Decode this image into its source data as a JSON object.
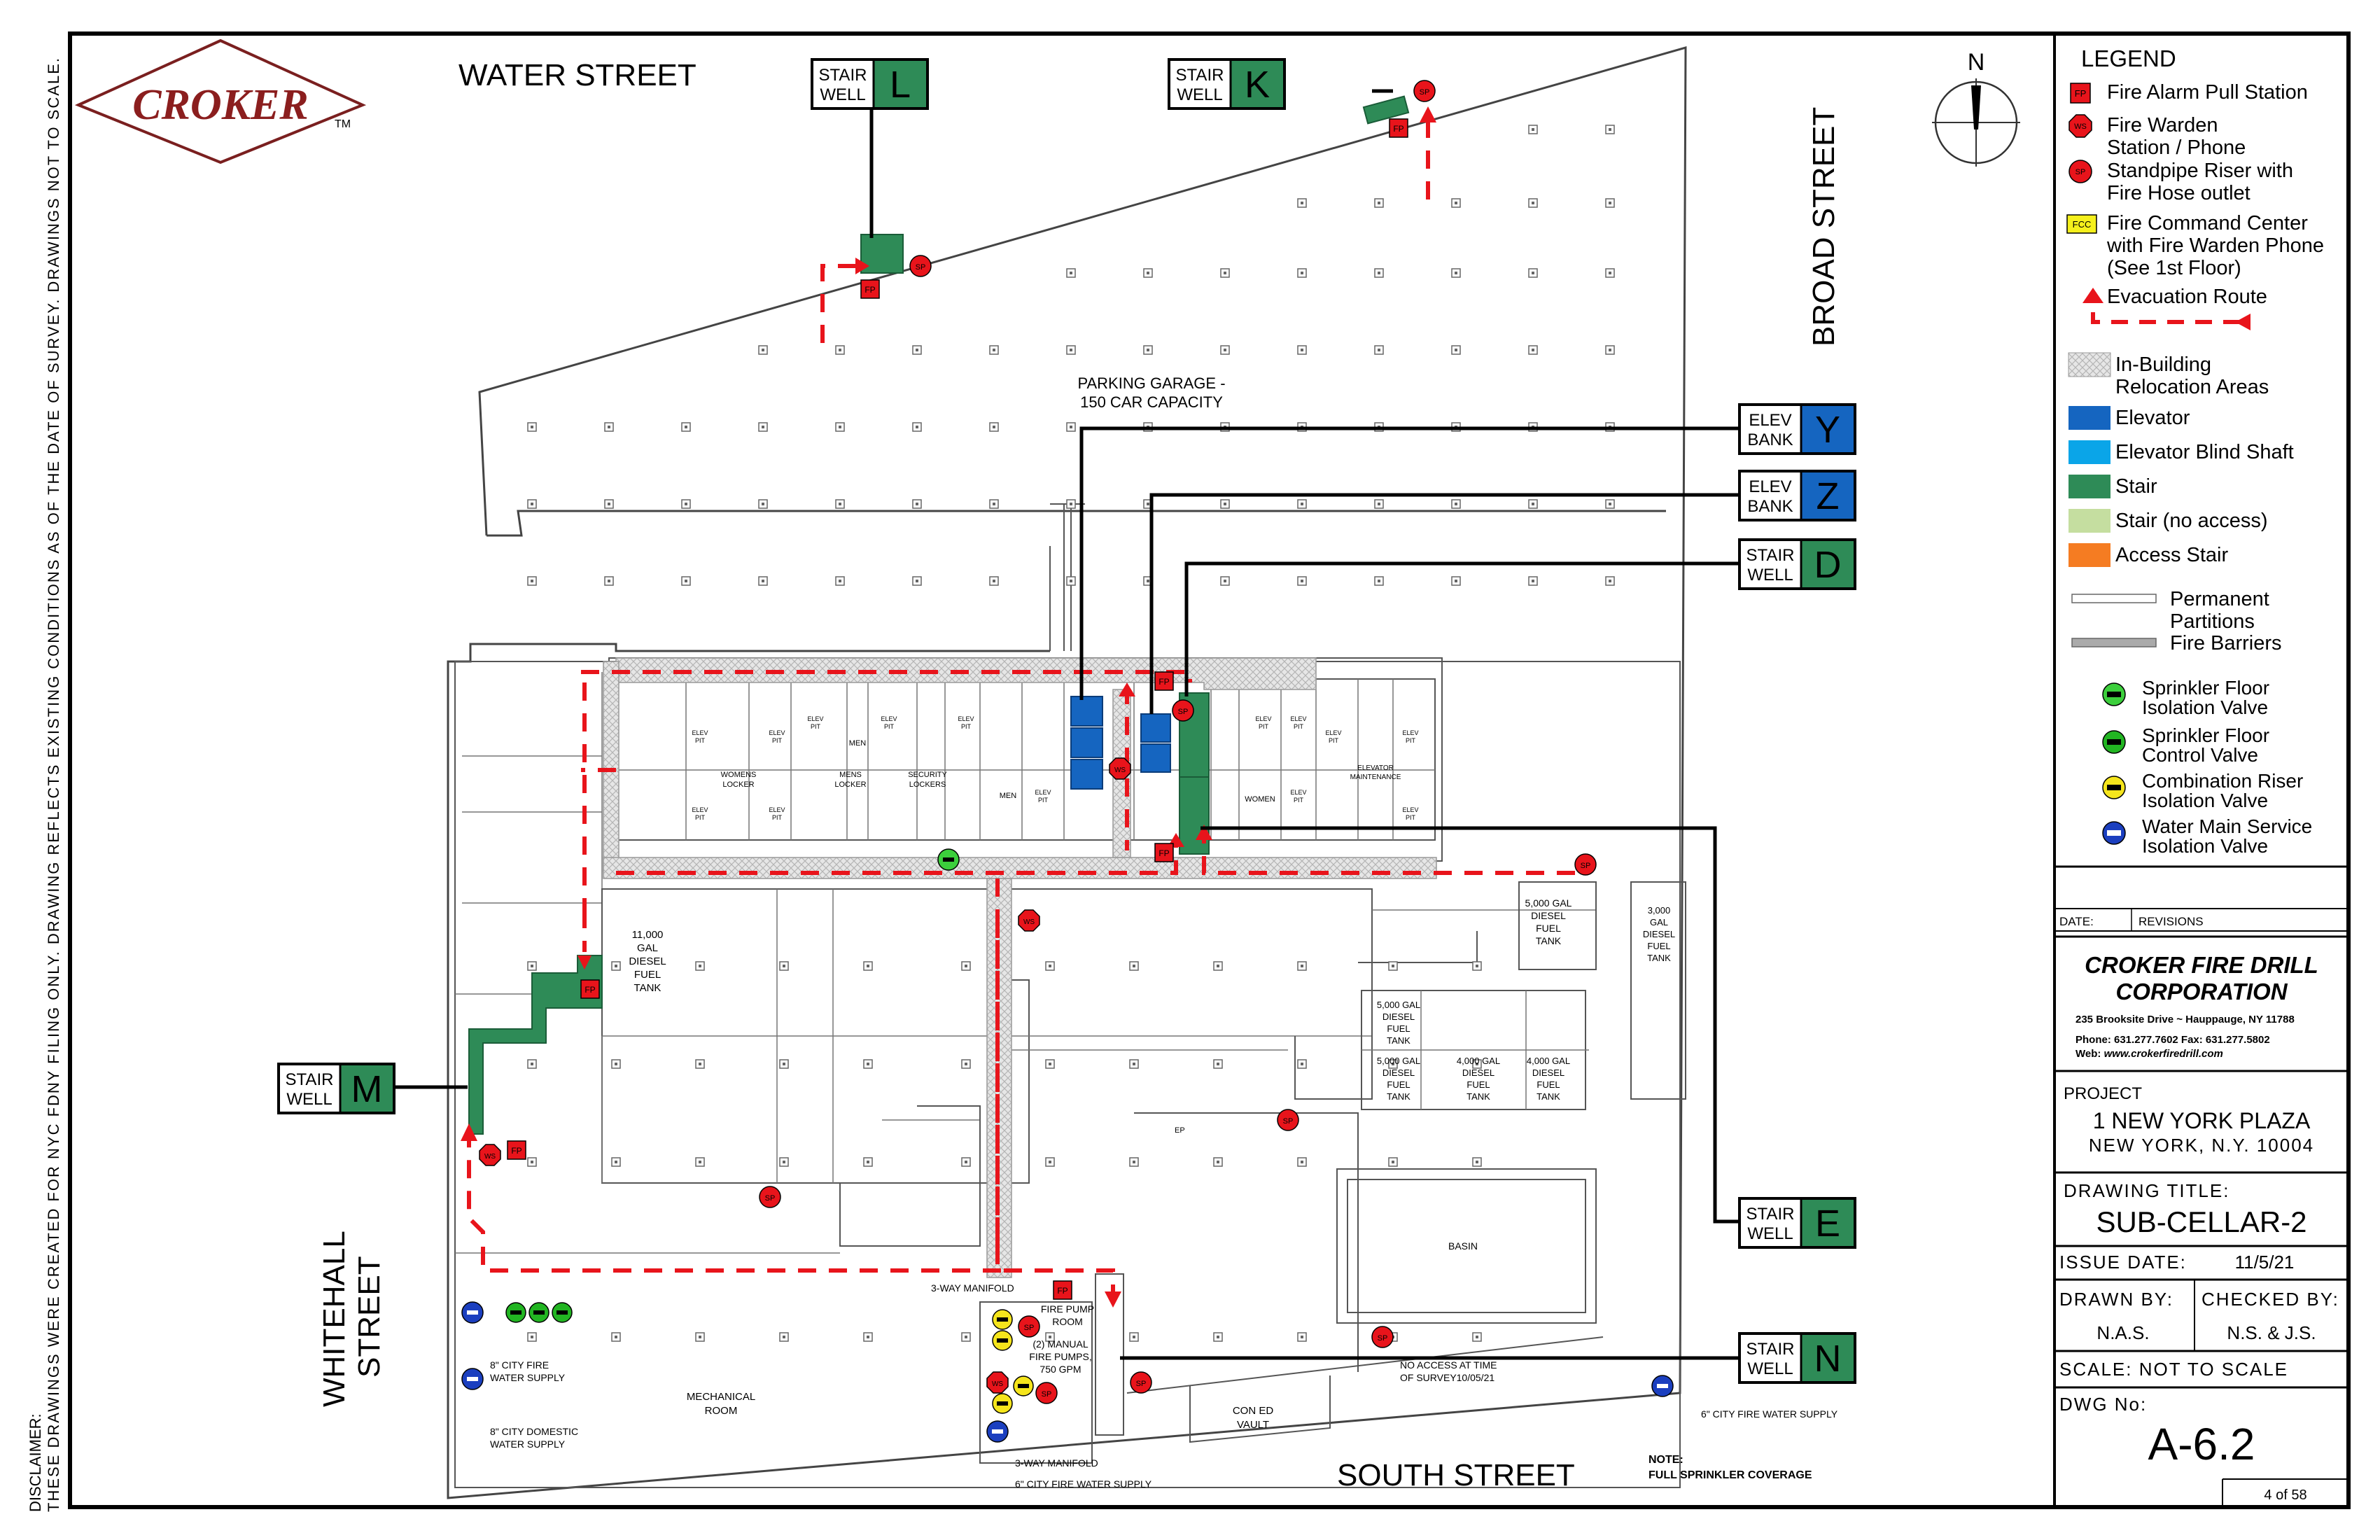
{
  "company_logo": {
    "text": "CROKER",
    "tm": "TM"
  },
  "streets": {
    "water": "WATER STREET",
    "broad": "BROAD STREET",
    "whitehall_1": "WHITEHALL",
    "whitehall_2": "STREET",
    "south": "SOUTH STREET"
  },
  "compass": {
    "north": "N"
  },
  "disclaimer": {
    "label": "DISCLAIMER:",
    "text": "THESE DRAWINGS WERE CREATED FOR NYC FDNY FILING ONLY.  DRAWING REFLECTS EXISTING CONDITIONS AS OF THE DATE OF SURVEY.  DRAWINGS NOT TO SCALE."
  },
  "callouts": [
    {
      "line1": "STAIR",
      "line2": "WELL",
      "letter": "L",
      "color": "#2e8b57"
    },
    {
      "line1": "STAIR",
      "line2": "WELL",
      "letter": "K",
      "color": "#2e8b57"
    },
    {
      "line1": "ELEV",
      "line2": "BANK",
      "letter": "Y",
      "color": "#1565c0"
    },
    {
      "line1": "ELEV",
      "line2": "BANK",
      "letter": "Z",
      "color": "#1565c0"
    },
    {
      "line1": "STAIR",
      "line2": "WELL",
      "letter": "D",
      "color": "#2e8b57"
    },
    {
      "line1": "STAIR",
      "line2": "WELL",
      "letter": "M",
      "color": "#2e8b57"
    },
    {
      "line1": "STAIR",
      "line2": "WELL",
      "letter": "E",
      "color": "#2e8b57"
    },
    {
      "line1": "STAIR",
      "line2": "WELL",
      "letter": "N",
      "color": "#2e8b57"
    }
  ],
  "plan_labels": {
    "garage_1": "PARKING GARAGE -",
    "garage_2": "150 CAR CAPACITY",
    "tank_11000": [
      "11,000",
      "GAL",
      "DIESEL",
      "FUEL",
      "TANK"
    ],
    "tank_5000_a": [
      "5,000 GAL",
      "DIESEL",
      "FUEL",
      "TANK"
    ],
    "tank_3000": [
      "3,000",
      "GAL",
      "DIESEL",
      "FUEL",
      "TANK"
    ],
    "tank_5000_b": [
      "5,000 GAL",
      "DIESEL",
      "FUEL",
      "TANK"
    ],
    "tank_5000_c": [
      "5,000 GAL",
      "DIESEL",
      "FUEL",
      "TANK"
    ],
    "tank_4000": [
      "4,000 GAL",
      "DIESEL",
      "FUEL",
      "TANK"
    ],
    "tank_4000_b": [
      "4,000 GAL",
      "DIESEL",
      "FUEL",
      "TANK"
    ],
    "basin": "BASIN",
    "mechanical_1": "MECHANICAL",
    "mechanical_2": "ROOM",
    "con_ed_1": "CON ED",
    "con_ed_2": "VAULT",
    "fire_pump_1": "FIRE PUMP",
    "fire_pump_2": "ROOM",
    "pumps_1": "(2) MANUAL",
    "pumps_2": "FIRE PUMPS,",
    "pumps_3": "750 GPM",
    "manifold_top": "3-WAY MANIFOLD",
    "manifold_bottom": "3-WAY MANIFOLD",
    "city_fire_1_a": "8\" CITY FIRE",
    "city_fire_1_b": "WATER SUPPLY",
    "city_domestic_a": "8\" CITY DOMESTIC",
    "city_domestic_b": "WATER SUPPLY",
    "city_fire_2": "6\" CITY FIRE WATER SUPPLY",
    "city_fire_3": "6\" CITY FIRE WATER SUPPLY",
    "no_access_1": "NO ACCESS AT TIME",
    "no_access_2": "OF SURVEY10/05/21",
    "note_1": "NOTE:",
    "note_2": "FULL SPRINKLER COVERAGE",
    "womens_locker": [
      "WOMENS",
      "LOCKER"
    ],
    "mens_locker": [
      "MENS",
      "LOCKER"
    ],
    "security_lockers": [
      "SECURITY",
      "LOCKERS"
    ],
    "men_room": "MEN",
    "men_room_2": "MEN",
    "women_room": "WOMEN",
    "elevator_maintenance": [
      "ELEVATOR",
      "MAINTENANCE"
    ],
    "elev_pit": [
      "ELEV",
      "PIT"
    ],
    "ep": "EP"
  },
  "legend": {
    "title": "LEGEND",
    "items": [
      {
        "symbol": "FP",
        "label": [
          "Fire Alarm Pull Station"
        ]
      },
      {
        "symbol": "WS",
        "label": [
          "Fire Warden",
          "Station / Phone"
        ]
      },
      {
        "symbol": "SP",
        "label": [
          "Standpipe Riser with",
          "Fire Hose outlet"
        ]
      },
      {
        "symbol": "FCC",
        "label": [
          "Fire Command Center",
          "with Fire Warden Phone",
          "(See 1st Floor)"
        ]
      },
      {
        "symbol": "route",
        "label": [
          "Evacuation  Route"
        ]
      }
    ],
    "swatches": [
      {
        "label": [
          "In-Building",
          "Relocation Areas"
        ],
        "color": "#d9d9d9"
      },
      {
        "label": [
          "Elevator"
        ],
        "color": "#1565c0"
      },
      {
        "label": [
          "Elevator Blind Shaft"
        ],
        "color": "#0aa5e8"
      },
      {
        "label": [
          "Stair"
        ],
        "color": "#2e8b57"
      },
      {
        "label": [
          "Stair (no access)"
        ],
        "color": "#c5dea0"
      },
      {
        "label": [
          "Access Stair"
        ],
        "color": "#f57c22"
      }
    ],
    "lines": [
      {
        "label": [
          "Permanent",
          "Partitions"
        ]
      },
      {
        "label": [
          "Fire Barriers"
        ]
      }
    ],
    "valves": [
      {
        "label": [
          "Sprinkler Floor",
          "Isolation Valve"
        ],
        "color": "#3ccf3c"
      },
      {
        "label": [
          "Sprinkler Floor",
          "Control Valve"
        ],
        "color": "#22b522"
      },
      {
        "label": [
          "Combination Riser",
          "Isolation Valve"
        ],
        "color": "#f5e51c"
      },
      {
        "label": [
          "Water Main Service",
          "Isolation Valve"
        ],
        "color": "#1b3fbf"
      }
    ]
  },
  "revisions": {
    "date": "DATE:",
    "revisions": "REVISIONS"
  },
  "company": {
    "name_1": "CROKER FIRE DRILL",
    "name_2": "CORPORATION",
    "address": "235 Brooksite Drive ~ Hauppauge, NY 11788",
    "phone": "Phone: 631.277.7602  Fax: 631.277.5802",
    "web_label": "Web:",
    "web": "www.crokerfiredrill.com"
  },
  "project": {
    "label": "PROJECT",
    "name": "1 NEW YORK PLAZA",
    "city": "NEW YORK, N.Y. 10004"
  },
  "drawing_title": {
    "label": "DRAWING TITLE:",
    "value": "SUB-CELLAR-2"
  },
  "issue_date": {
    "label": "ISSUE DATE:",
    "value": "11/5/21"
  },
  "drawn_by": {
    "label": "DRAWN BY:",
    "value": "N.A.S."
  },
  "checked_by": {
    "label": "CHECKED BY:",
    "value": "N.S. & J.S."
  },
  "scale": {
    "label": "SCALE:",
    "value": "NOT TO SCALE"
  },
  "dwg": {
    "label": "DWG No:",
    "value": "A-6.2"
  },
  "page": "4 of 58"
}
